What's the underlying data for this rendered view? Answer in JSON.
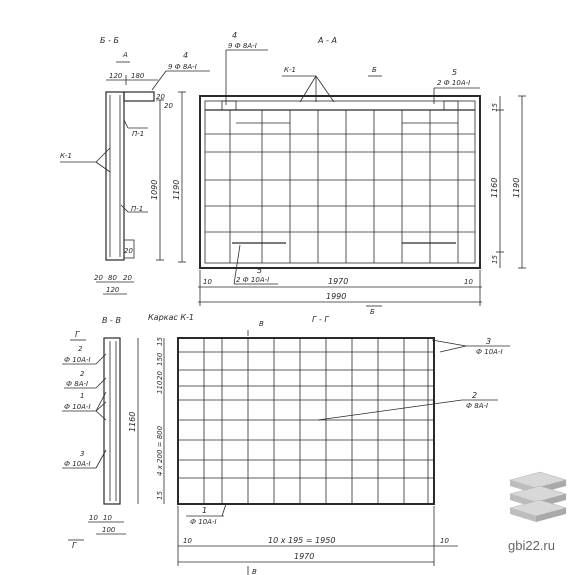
{
  "views": {
    "section_bb": {
      "title": "Б - Б",
      "mark_a": "А",
      "callout_4": "4",
      "callout_4_spec": "9 Ф 8А-I",
      "callout_k1": "К-1",
      "callout_p1_upper": "П-1",
      "callout_p1_lower": "П-1",
      "dim_top_120": "120",
      "dim_top_180": "180",
      "dim_20_top": "20",
      "dim_20_mid": "20",
      "dim_20_low": "20",
      "dim_1090": "1090",
      "dim_1190": "1190",
      "dim_bottom_20a": "20",
      "dim_bottom_80": "80",
      "dim_bottom_20b": "20",
      "dim_bottom_120": "120"
    },
    "view_aa": {
      "title": "А - А",
      "callout_4": "4",
      "callout_4_spec": "9 Ф 8А-I",
      "callout_k1": "К-1",
      "mark_b_top": "Б",
      "callout_5_top": "5",
      "callout_5_top_spec": "2 Ф 10А-I",
      "callout_5_bottom": "5",
      "callout_5_bottom_spec": "2 Ф 10А-I",
      "dim_15_top": "15",
      "dim_1160": "1160",
      "dim_1190": "1190",
      "dim_15_bottom": "15",
      "dim_10_left": "10",
      "dim_1970": "1970",
      "dim_10_right": "10",
      "dim_1990": "1990",
      "mark_b_bottom": "Б"
    },
    "section_vv": {
      "title": "В - В",
      "mark_g_top": "Г",
      "callout_2": "2",
      "callout_2_spec": "Ф 10А-I",
      "callout_2b": "2",
      "callout_2b_spec": "Ф 8А-I",
      "callout_1": "1",
      "callout_1_spec": "Ф 10А-I",
      "callout_3": "3",
      "callout_3_spec": "Ф 10А-I",
      "dim_1160": "1160",
      "dim_10a": "10",
      "dim_10b": "10",
      "dim_100": "100",
      "mark_g_bottom": "Г"
    },
    "cage_k1": {
      "title": "Каркас К-1",
      "mark_v": "В",
      "section_gg": "Г - Г",
      "callout_3": "3",
      "callout_3_spec": "Ф 10А-I",
      "callout_2": "2",
      "callout_2_spec": "Ф 8А-I",
      "callout_1": "1",
      "callout_1_spec": "Ф 10А-I",
      "dim_15_top": "15",
      "dim_150": "150",
      "dim_20": "20",
      "dim_110": "110",
      "dim_4x200": "4 х 200 = 800",
      "dim_15_bottom": "15",
      "dim_10_left": "10",
      "dim_10x195": "10 х 195 = 1950",
      "dim_10_right": "10",
      "dim_1970": "1970",
      "mark_v_bottom": "В"
    }
  },
  "watermark": {
    "text": "gbi22.ru",
    "logo_icon": "stacked-slabs-icon"
  }
}
